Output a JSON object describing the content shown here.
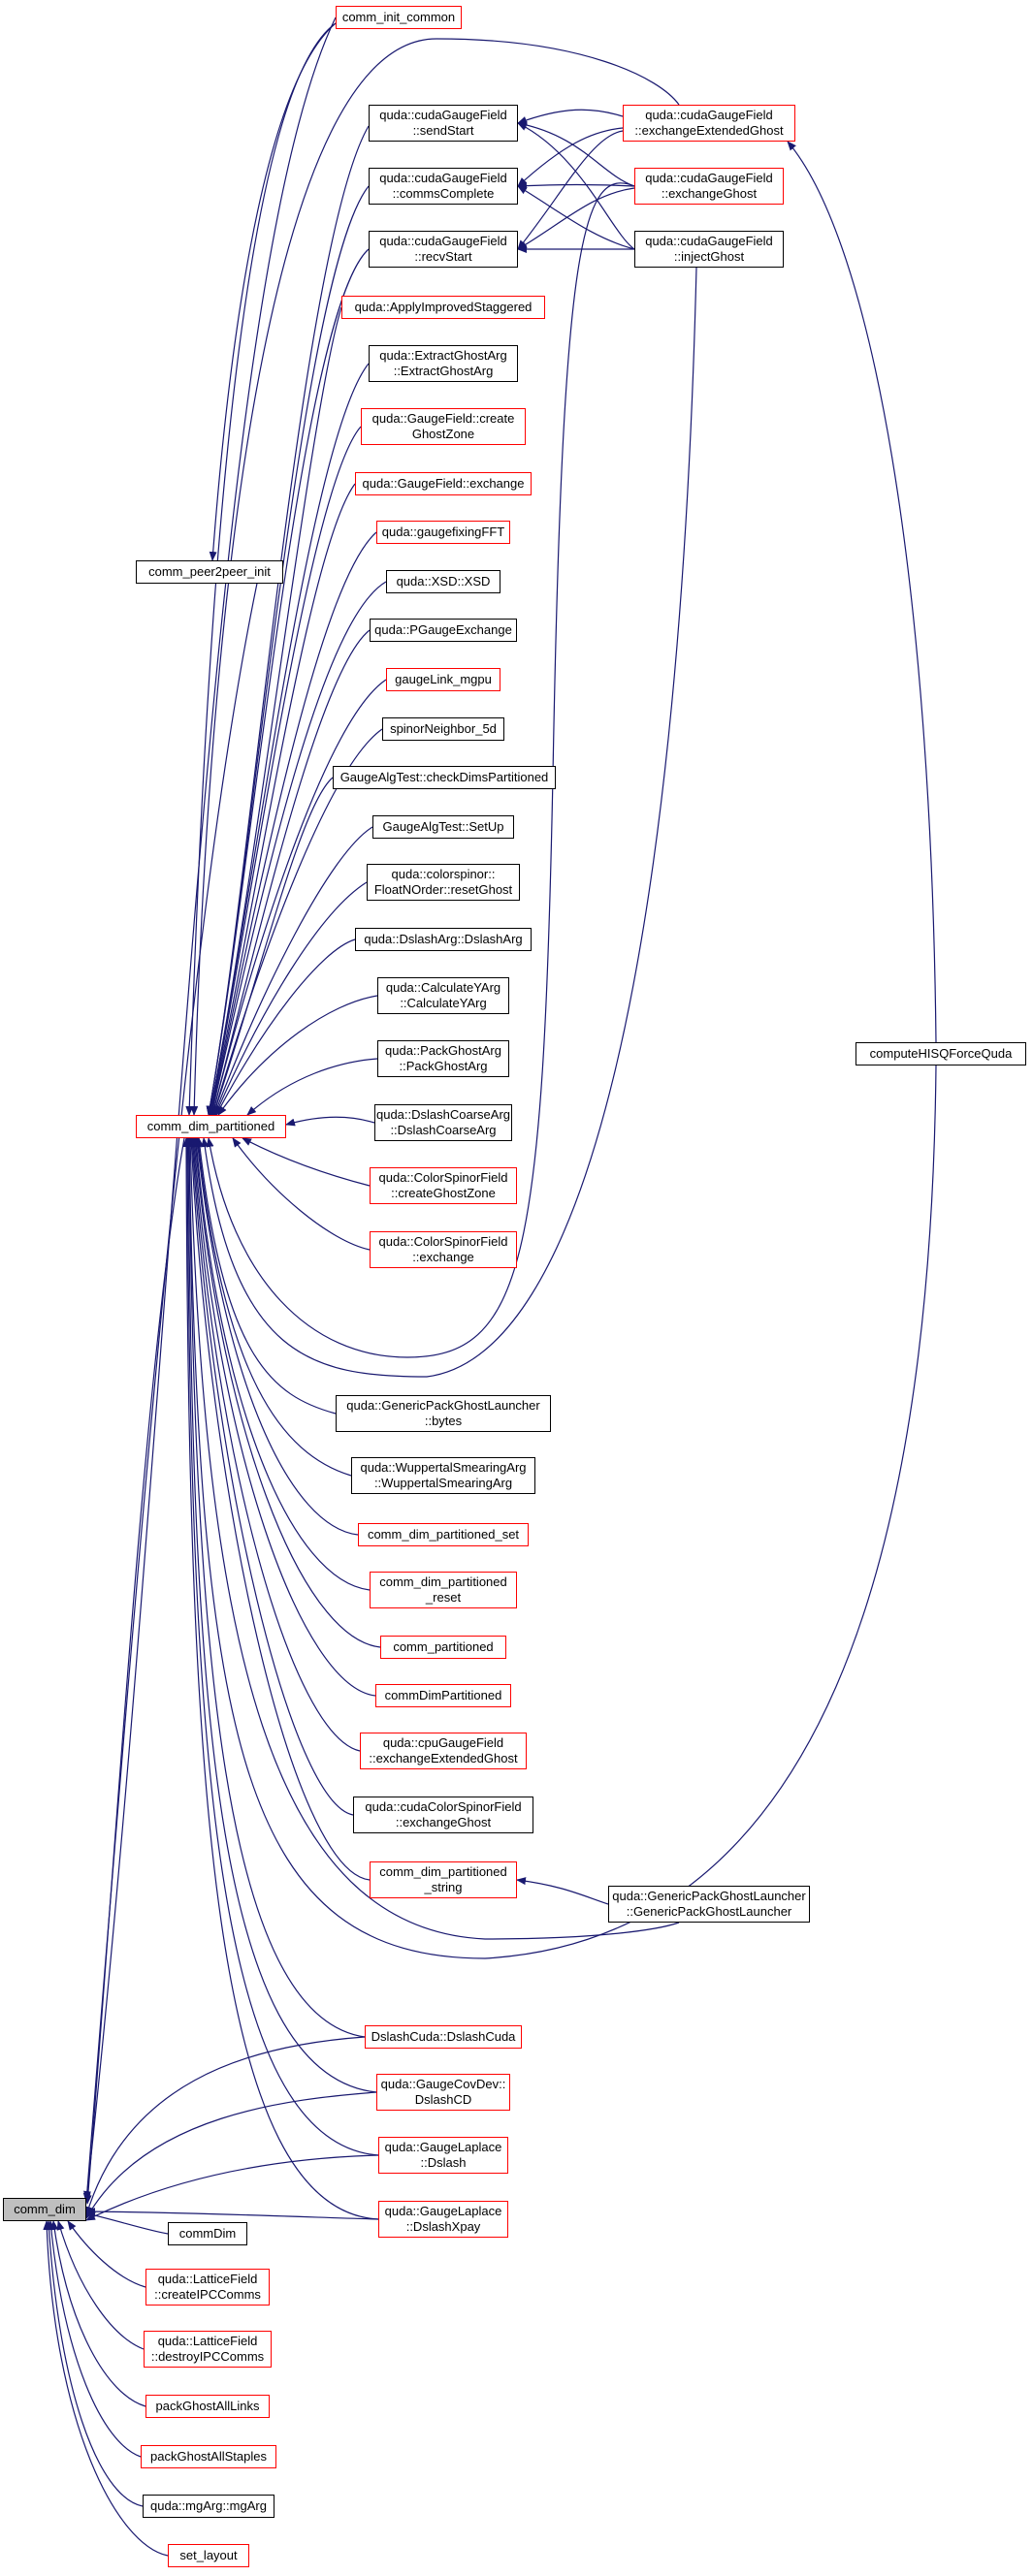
{
  "colors": {
    "edge": "#191970",
    "border": "#000000",
    "highlight_border": "#ff0000",
    "root_fill": "#bfbfbf"
  },
  "nodes": {
    "comm_dim": {
      "l1": "comm_dim",
      "l2": ""
    },
    "comm_init_common": {
      "l1": "comm_init_common",
      "l2": ""
    },
    "comm_peer2peer_init": {
      "l1": "comm_peer2peer_init",
      "l2": ""
    },
    "comm_dim_partitioned": {
      "l1": "comm_dim_partitioned",
      "l2": ""
    },
    "sendStart": {
      "l1": "quda::cudaGaugeField",
      "l2": "::sendStart"
    },
    "commsComplete": {
      "l1": "quda::cudaGaugeField",
      "l2": "::commsComplete"
    },
    "recvStart": {
      "l1": "quda::cudaGaugeField",
      "l2": "::recvStart"
    },
    "exchangeExtendedGhost": {
      "l1": "quda::cudaGaugeField",
      "l2": "::exchangeExtendedGhost"
    },
    "exchangeGhost": {
      "l1": "quda::cudaGaugeField",
      "l2": "::exchangeGhost"
    },
    "injectGhost": {
      "l1": "quda::cudaGaugeField",
      "l2": "::injectGhost"
    },
    "computeHISQForceQuda": {
      "l1": "computeHISQForceQuda",
      "l2": ""
    },
    "applyImprovedStaggered": {
      "l1": "quda::ApplyImprovedStaggered",
      "l2": ""
    },
    "extractGhostArg": {
      "l1": "quda::ExtractGhostArg",
      "l2": "::ExtractGhostArg"
    },
    "createGhostZone": {
      "l1": "quda::GaugeField::create",
      "l2": "GhostZone"
    },
    "gaugeFieldExchange": {
      "l1": "quda::GaugeField::exchange",
      "l2": ""
    },
    "gaugefixingFFT": {
      "l1": "quda::gaugefixingFFT",
      "l2": ""
    },
    "xsd": {
      "l1": "quda::XSD::XSD",
      "l2": ""
    },
    "pGaugeExchange": {
      "l1": "quda::PGaugeExchange",
      "l2": ""
    },
    "gaugeLinkMgpu": {
      "l1": "gaugeLink_mgpu",
      "l2": ""
    },
    "spinorNeighbor5d": {
      "l1": "spinorNeighbor_5d",
      "l2": ""
    },
    "checkDimsPartitioned": {
      "l1": "GaugeAlgTest::checkDimsPartitioned",
      "l2": ""
    },
    "setUp": {
      "l1": "GaugeAlgTest::SetUp",
      "l2": ""
    },
    "resetGhost": {
      "l1": "quda::colorspinor::",
      "l2": "FloatNOrder::resetGhost"
    },
    "dslashArg": {
      "l1": "quda::DslashArg::DslashArg",
      "l2": ""
    },
    "calculateYArg": {
      "l1": "quda::CalculateYArg",
      "l2": "::CalculateYArg"
    },
    "packGhostArg": {
      "l1": "quda::PackGhostArg",
      "l2": "::PackGhostArg"
    },
    "dslashCoarseArg": {
      "l1": "quda::DslashCoarseArg",
      "l2": "::DslashCoarseArg"
    },
    "csfCreateGhostZone": {
      "l1": "quda::ColorSpinorField",
      "l2": "::createGhostZone"
    },
    "csfExchange": {
      "l1": "quda::ColorSpinorField",
      "l2": "::exchange"
    },
    "gpglBytes": {
      "l1": "quda::GenericPackGhostLauncher",
      "l2": "::bytes"
    },
    "wuppertal": {
      "l1": "quda::WuppertalSmearingArg",
      "l2": "::WuppertalSmearingArg"
    },
    "cdpSet": {
      "l1": "comm_dim_partitioned_set",
      "l2": ""
    },
    "cdpReset": {
      "l1": "comm_dim_partitioned",
      "l2": "_reset"
    },
    "commPartitioned": {
      "l1": "comm_partitioned",
      "l2": ""
    },
    "commDimPartitioned": {
      "l1": "commDimPartitioned",
      "l2": ""
    },
    "cpuExchangeExtendedGhost": {
      "l1": "quda::cpuGaugeField",
      "l2": "::exchangeExtendedGhost"
    },
    "cudaCsfExchangeGhost": {
      "l1": "quda::cudaColorSpinorField",
      "l2": "::exchangeGhost"
    },
    "cdpString": {
      "l1": "comm_dim_partitioned",
      "l2": "_string"
    },
    "gpglCtor": {
      "l1": "quda::GenericPackGhostLauncher",
      "l2": "::GenericPackGhostLauncher"
    },
    "dslashCuda": {
      "l1": "DslashCuda::DslashCuda",
      "l2": ""
    },
    "dslashCD": {
      "l1": "quda::GaugeCovDev::",
      "l2": "DslashCD"
    },
    "laplaceDslash": {
      "l1": "quda::GaugeLaplace",
      "l2": "::Dslash"
    },
    "laplaceDslashXpay": {
      "l1": "quda::GaugeLaplace",
      "l2": "::DslashXpay"
    },
    "commDim": {
      "l1": "commDim",
      "l2": ""
    },
    "createIPCComms": {
      "l1": "quda::LatticeField",
      "l2": "::createIPCComms"
    },
    "destroyIPCComms": {
      "l1": "quda::LatticeField",
      "l2": "::destroyIPCComms"
    },
    "packGhostAllLinks": {
      "l1": "packGhostAllLinks",
      "l2": ""
    },
    "packGhostAllStaples": {
      "l1": "packGhostAllStaples",
      "l2": ""
    },
    "mgArg": {
      "l1": "quda::mgArg::mgArg",
      "l2": ""
    },
    "setLayout": {
      "l1": "set_layout",
      "l2": ""
    }
  }
}
